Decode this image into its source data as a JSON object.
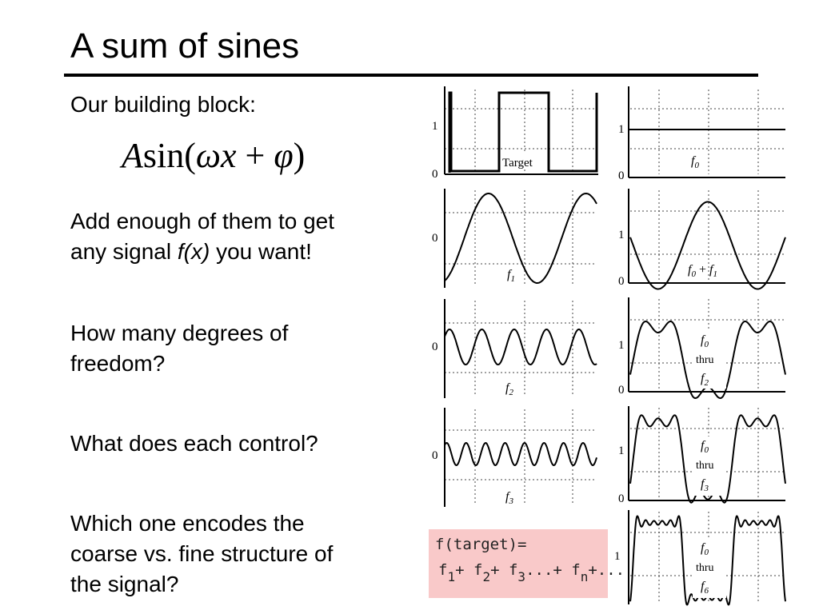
{
  "title": "A sum of sines",
  "bullets": {
    "b1": "Our building block:",
    "formula": {
      "A": "A",
      "sin": "sin(",
      "omega": "ω",
      "x": "x",
      "plus": " + ",
      "phi": "φ",
      "close": ")"
    },
    "b2_line1": "Add enough of them to get",
    "b2_pre": "any signal ",
    "b2_fx": "f(x)",
    "b2_post": " you want!",
    "b3_line1": "How many degrees of",
    "b3_line2": "freedom?",
    "b4": "What does each control?",
    "b5_line1": "Which one encodes the",
    "b5_line2": "coarse vs. fine structure of",
    "b5_line3": "the signal?"
  },
  "plots": {
    "target": {
      "y_top": "1",
      "y_bottom": "0",
      "label": "Target"
    },
    "f0": {
      "y_top": "1",
      "y_bottom": "0",
      "label": "f",
      "sub": "0"
    },
    "f1": {
      "y_mid": "0",
      "label": "f",
      "sub": "1"
    },
    "f0f1": {
      "y_top": "1",
      "y_bottom": "0",
      "l1": "f",
      "s1": "0",
      "plus": " + ",
      "l2": "f",
      "s2": "1"
    },
    "f2": {
      "y_mid": "0",
      "label": "f",
      "sub": "2"
    },
    "f0f2": {
      "y_top": "1",
      "y_bottom": "0",
      "l1": "f",
      "s1": "0",
      "thru": "thru",
      "l2": "f",
      "s2": "2"
    },
    "f3": {
      "y_mid": "0",
      "label": "f",
      "sub": "3"
    },
    "f0f3": {
      "y_top": "1",
      "y_bottom": "0",
      "l1": "f",
      "s1": "0",
      "thru": "thru",
      "l2": "f",
      "s2": "3"
    },
    "f0f6": {
      "y_top": "1",
      "l1": "f",
      "s1": "0",
      "thru": "thru",
      "l2": "f",
      "s2": "6"
    }
  },
  "note": {
    "line1": "f(target)=",
    "f1": "f",
    "s1": "1",
    "p1": "+ ",
    "f2": "f",
    "s2": "2",
    "p2": "+ ",
    "f3": "f",
    "s3": "3",
    "p3": "...+ ",
    "fn": "f",
    "sn": "n",
    "p4": "+..."
  }
}
